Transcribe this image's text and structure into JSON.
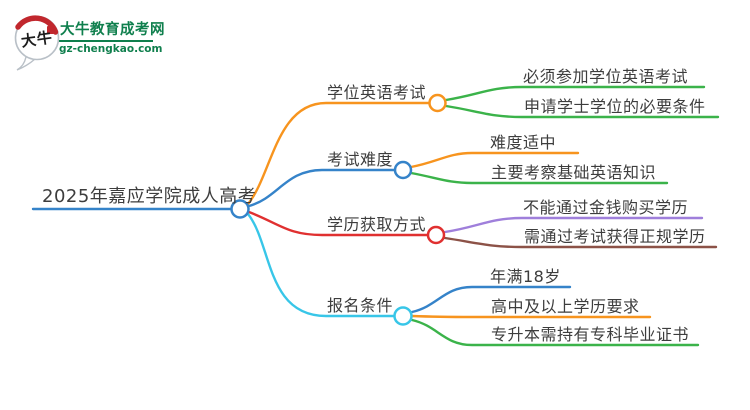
{
  "logo": {
    "icon_text": "大牛",
    "site_name": "大牛教育成考网",
    "site_url": "gz-chengkao.com",
    "brand_green": "#0f7f4d",
    "brand_red": "#c1272d"
  },
  "mindmap": {
    "background": "#ffffff",
    "text_color": "#3d3d3d",
    "root": {
      "label": "2025年嘉应学院成人高考",
      "color": "#3583c9"
    },
    "branches": [
      {
        "label": "学位英语考试",
        "color": "#f7941e",
        "children": [
          {
            "label": "必须参加学位英语考试",
            "color": "#3bb34a"
          },
          {
            "label": "申请学士学位的必要条件",
            "color": "#3bb34a"
          }
        ]
      },
      {
        "label": "考试难度",
        "color": "#3583c9",
        "children": [
          {
            "label": "难度适中",
            "color": "#f7941e"
          },
          {
            "label": "主要考察基础英语知识",
            "color": "#3bb34a"
          }
        ]
      },
      {
        "label": "学历获取方式",
        "color": "#e03030",
        "children": [
          {
            "label": "不能通过金钱购买学历",
            "color": "#9f7fdb"
          },
          {
            "label": "需通过考试获得正规学历",
            "color": "#8c5247"
          }
        ]
      },
      {
        "label": "报名条件",
        "color": "#38c6e8",
        "children": [
          {
            "label": "年满18岁",
            "color": "#3583c9"
          },
          {
            "label": "高中及以上学历要求",
            "color": "#f7941e"
          },
          {
            "label": "专升本需持有专科毕业证书",
            "color": "#3bb34a"
          }
        ]
      }
    ]
  }
}
